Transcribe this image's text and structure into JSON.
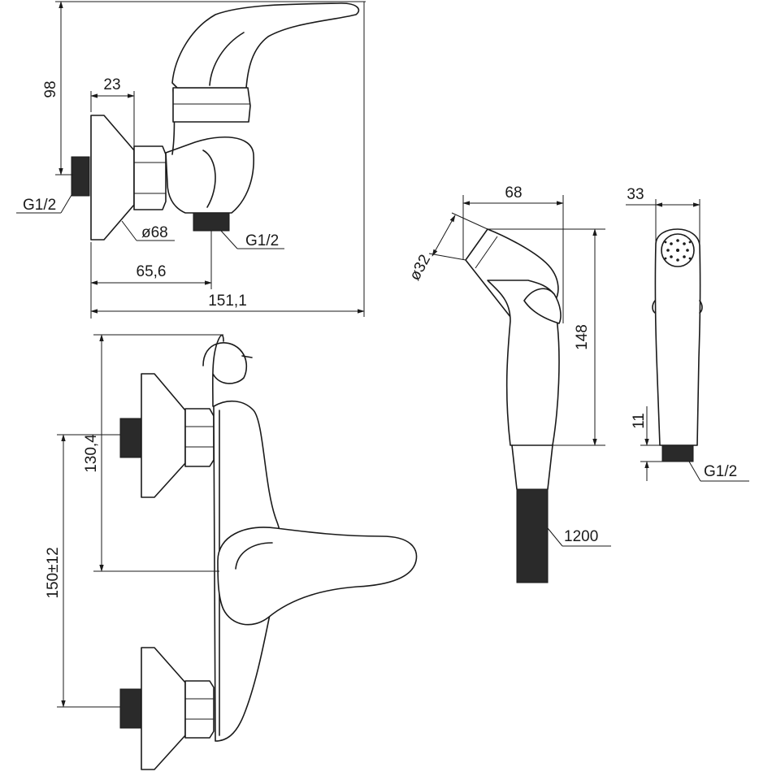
{
  "drawing": {
    "dimensions": {
      "height_98": "98",
      "width_23": "23",
      "thread_left": "G1/2",
      "flange_diameter": "ø68",
      "thread_bottom": "G1/2",
      "depth_65_6": "65,6",
      "total_151_1": "151,1",
      "height_130_4": "130,4",
      "spacing_150": "150±12",
      "handset_diameter": "ø32",
      "handset_width_68": "68",
      "handset_height_148": "148",
      "hose_length": "1200",
      "side_width_33": "33",
      "side_11": "11",
      "side_thread": "G1/2"
    }
  }
}
